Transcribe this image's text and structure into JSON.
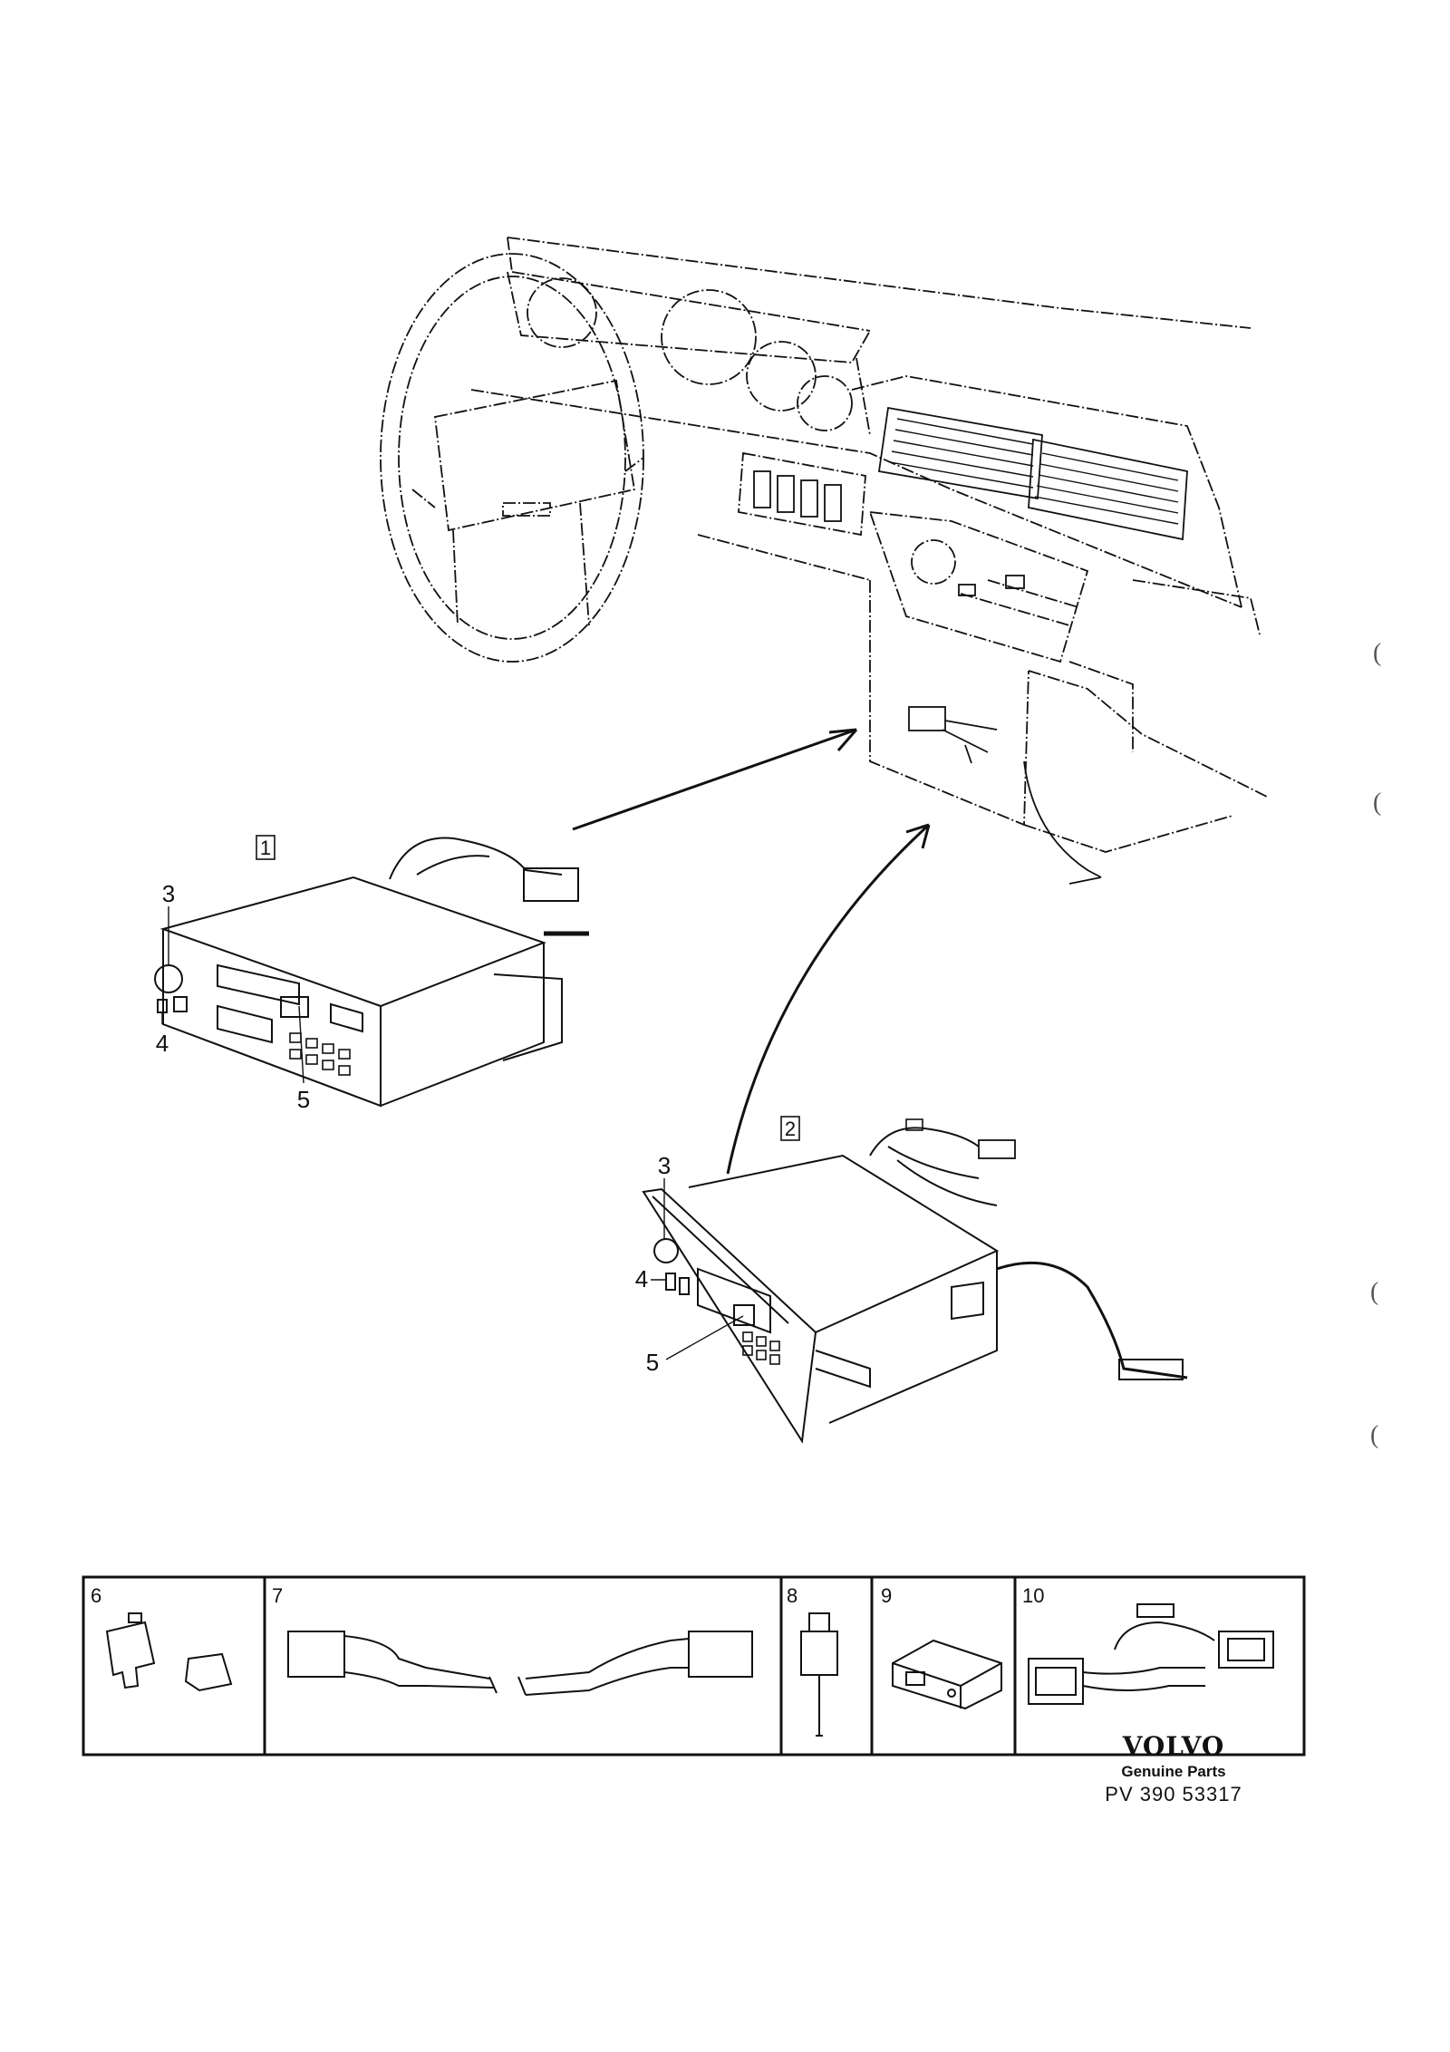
{
  "callouts": {
    "box1": "1",
    "box2": "2",
    "radio1_knob": "3",
    "radio1_switch": "4",
    "radio1_button": "5",
    "radio2_knob": "3",
    "radio2_switch": "4",
    "radio2_button": "5"
  },
  "parts_strip": [
    {
      "number": "6",
      "icon": "fuse-icon"
    },
    {
      "number": "7",
      "icon": "antenna-extension-cable-icon"
    },
    {
      "number": "8",
      "icon": "suppressor-icon"
    },
    {
      "number": "9",
      "icon": "connector-block-icon"
    },
    {
      "number": "10",
      "icon": "wiring-harness-icon"
    }
  ],
  "brand": {
    "logo": "VOLVO",
    "subtitle": "Genuine Parts",
    "code": "PV 390 53317"
  },
  "margin_marks": [
    "(",
    "(",
    "(",
    "("
  ],
  "colors": {
    "ink": "#111111",
    "paper": "#ffffff"
  }
}
